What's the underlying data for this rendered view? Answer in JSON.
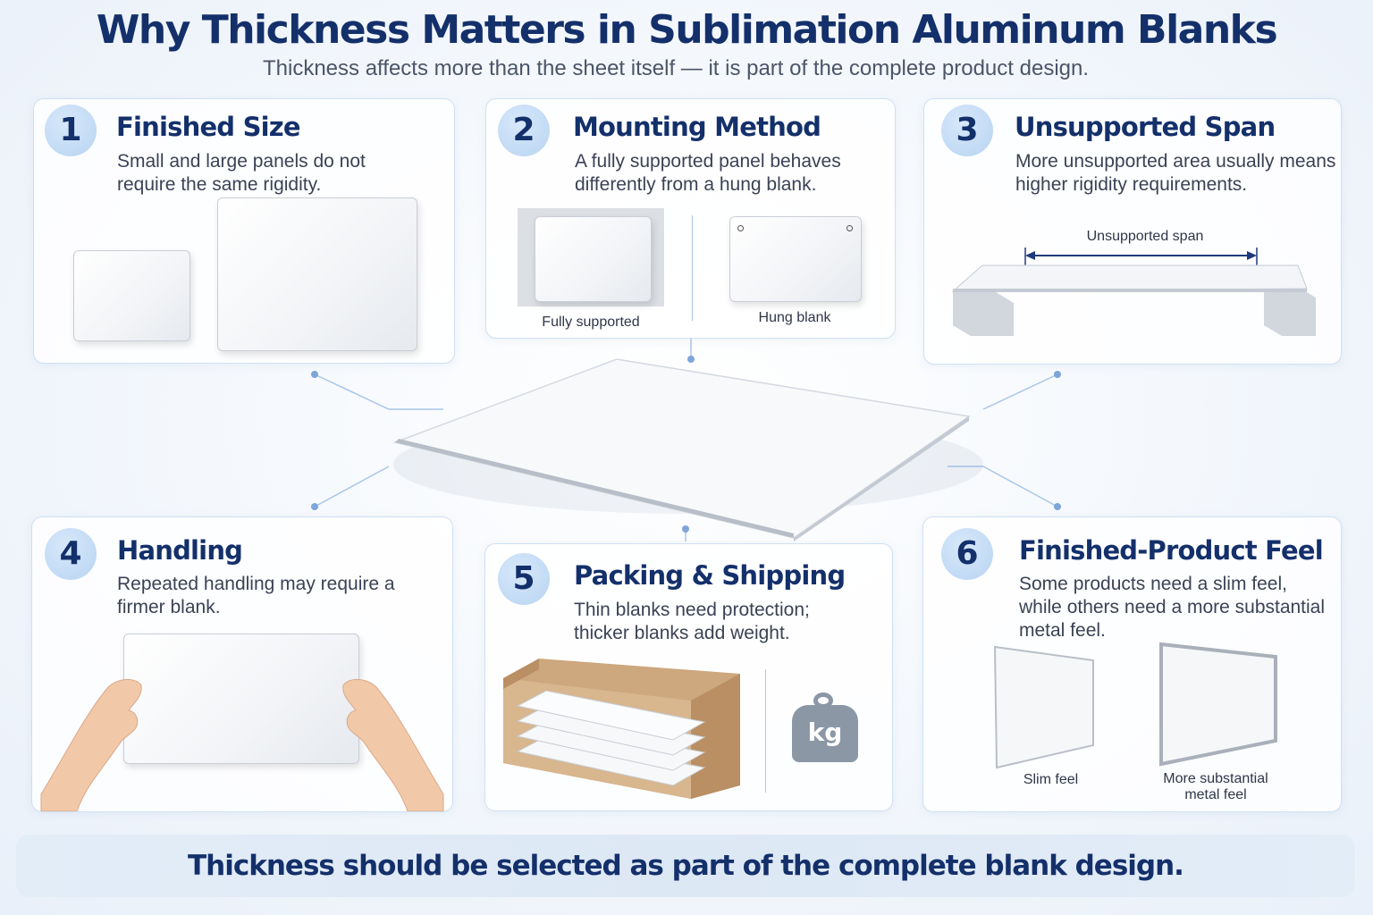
{
  "header": {
    "title": "Why Thickness Matters in Sublimation Aluminum Blanks",
    "subtitle": "Thickness affects more than the sheet itself — it is part of the complete product design."
  },
  "cards": [
    {
      "number": "1",
      "title": "Finished Size",
      "description": "Small and large panels do not require the same rigidity."
    },
    {
      "number": "2",
      "title": "Mounting Method",
      "description": "A fully supported panel behaves differently from a hung blank.",
      "labels": [
        "Fully supported",
        "Hung blank"
      ]
    },
    {
      "number": "3",
      "title": "Unsupported Span",
      "description": "More unsupported area usually means higher rigidity requirements.",
      "labels": [
        "Unsupported span"
      ]
    },
    {
      "number": "4",
      "title": "Handling",
      "description": "Repeated handling may require a firmer blank."
    },
    {
      "number": "5",
      "title": "Packing & Shipping",
      "description": "Thin blanks need protection; thicker blanks add weight.",
      "labels": [
        "kg"
      ]
    },
    {
      "number": "6",
      "title": "Finished-Product Feel",
      "description": "Some products need a slim feel, while others need a more substantial metal feel.",
      "labels": [
        "Slim feel",
        "More substantial metal feel"
      ]
    }
  ],
  "footer": {
    "text": "Thickness should be selected as part of the complete blank design."
  },
  "colors": {
    "title": "#14306b",
    "accent": "#4a7fc1",
    "number_badge": "#c6dcf5",
    "card_border": "#cfe0f3",
    "weight_icon": "#8c97a6"
  }
}
